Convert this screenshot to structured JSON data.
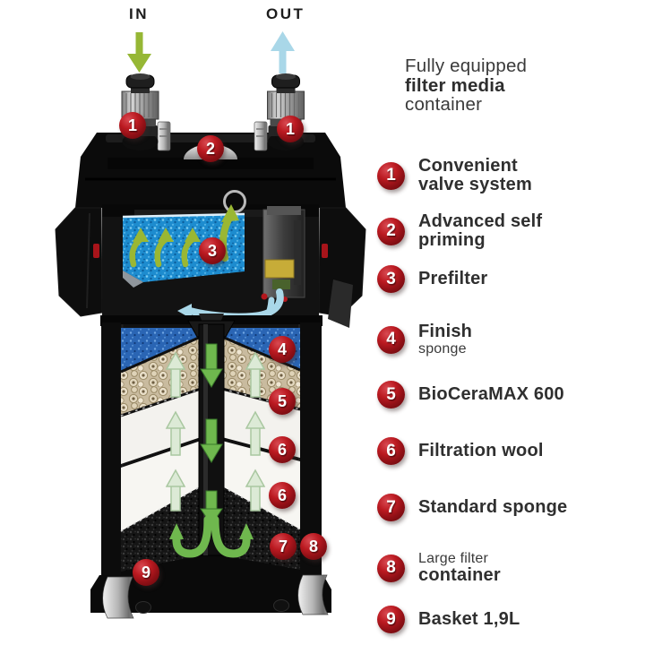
{
  "diagram": {
    "in_label": "IN",
    "out_label": "OUT",
    "colors": {
      "in_arrow": "#96b735",
      "out_arrow": "#a9d7e8",
      "badge_red": "#a8141a",
      "prefilter_sponge_blue": "#1d8ccf",
      "finish_sponge_blue": "#2a65b4",
      "ceramic_beige": "#c9bb9f",
      "wool_white": "#f3f2ee",
      "black_sponge": "#151515",
      "flow_green": "#6fb84e",
      "pale_flow_green": "#dcead6",
      "sponge_arrow_green": "#9ab733"
    },
    "badges": {
      "valve_left": "1",
      "valve_right": "1",
      "priming": "2",
      "prefilter": "3",
      "finish_sponge": "4",
      "bioceramax": "5",
      "wool_upper": "6",
      "wool_lower": "6",
      "standard_sponge": "7",
      "container": "8",
      "basket": "9"
    }
  },
  "panel": {
    "title_line1": "Fully equipped",
    "title_line2": "filter media",
    "title_line3": "container",
    "items": [
      {
        "num": "1",
        "text1": "Convenient",
        "text2": "valve system"
      },
      {
        "num": "2",
        "text1": "Advanced self",
        "text2": "priming"
      },
      {
        "num": "3",
        "text1": "Prefilter"
      },
      {
        "num": "4",
        "text1": "Finish",
        "text2": "sponge"
      },
      {
        "num": "5",
        "text1": "BioCeraMAX 600"
      },
      {
        "num": "6",
        "text1": "Filtration wool"
      },
      {
        "num": "7",
        "text1": "Standard sponge"
      },
      {
        "num": "8",
        "text1": "Large filter",
        "text2": "container"
      },
      {
        "num": "9",
        "text1": "Basket 1,9L"
      }
    ]
  }
}
